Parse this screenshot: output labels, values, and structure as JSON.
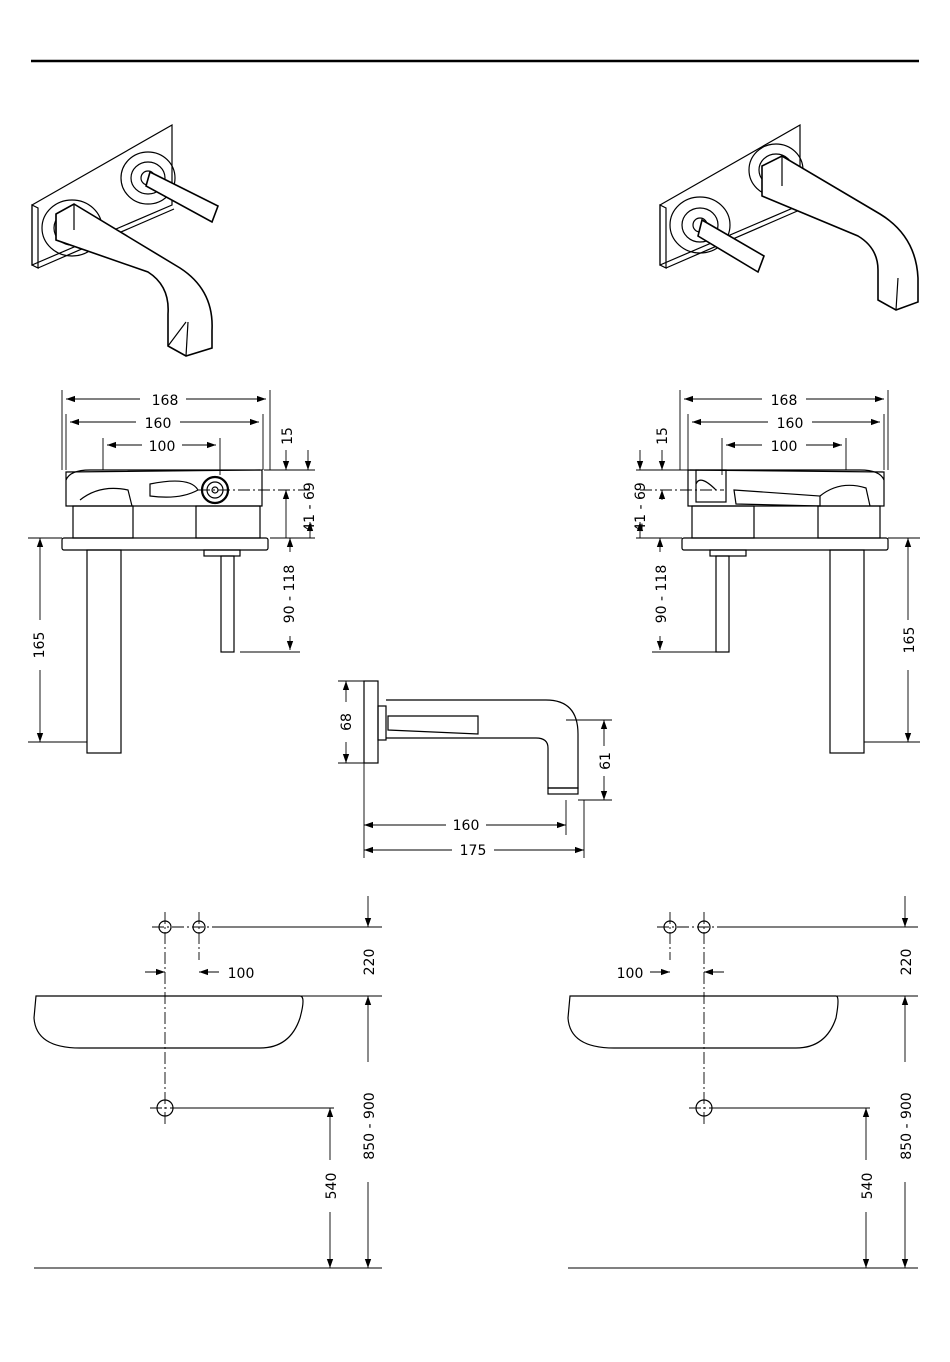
{
  "drawing": {
    "front_left": {
      "w_total": "168",
      "w_plate": "160",
      "w_spacing": "100",
      "h_top": "15",
      "h_depth": "41 - 69",
      "h_below": "90 - 118",
      "h_spout": "165"
    },
    "front_right": {
      "w_total": "168",
      "w_plate": "160",
      "w_spacing": "100",
      "h_top": "15",
      "h_depth": "41 - 69",
      "h_below": "90 - 118",
      "h_spout": "165"
    },
    "side": {
      "h_plate": "68",
      "h_outlet": "61",
      "l_reach": "160",
      "l_total": "175"
    },
    "install_left": {
      "spacing": "100",
      "above_basin": "220",
      "handle_height": "540",
      "basin_height": "850 - 900"
    },
    "install_right": {
      "spacing": "100",
      "above_basin": "220",
      "handle_height": "540",
      "basin_height": "850 - 900"
    }
  }
}
